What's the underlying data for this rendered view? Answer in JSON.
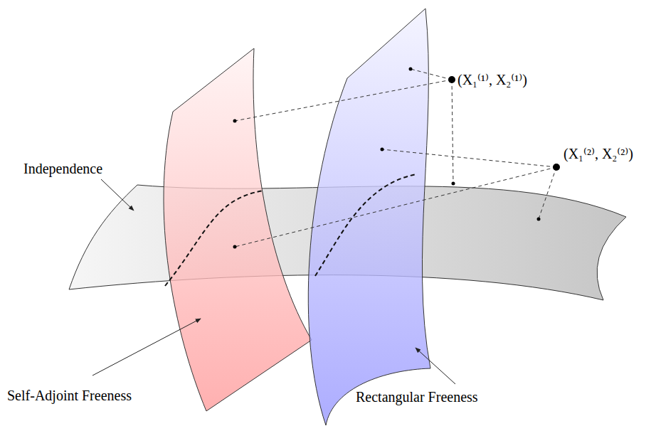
{
  "diagram": {
    "labels": [
      "Independence",
      "Self-Adjoint Freeness",
      "Rectangular Freeness",
      "(X₁⁽¹⁾, X₂⁽¹⁾)",
      "(X₁⁽²⁾, X₂⁽²⁾)"
    ]
  }
}
